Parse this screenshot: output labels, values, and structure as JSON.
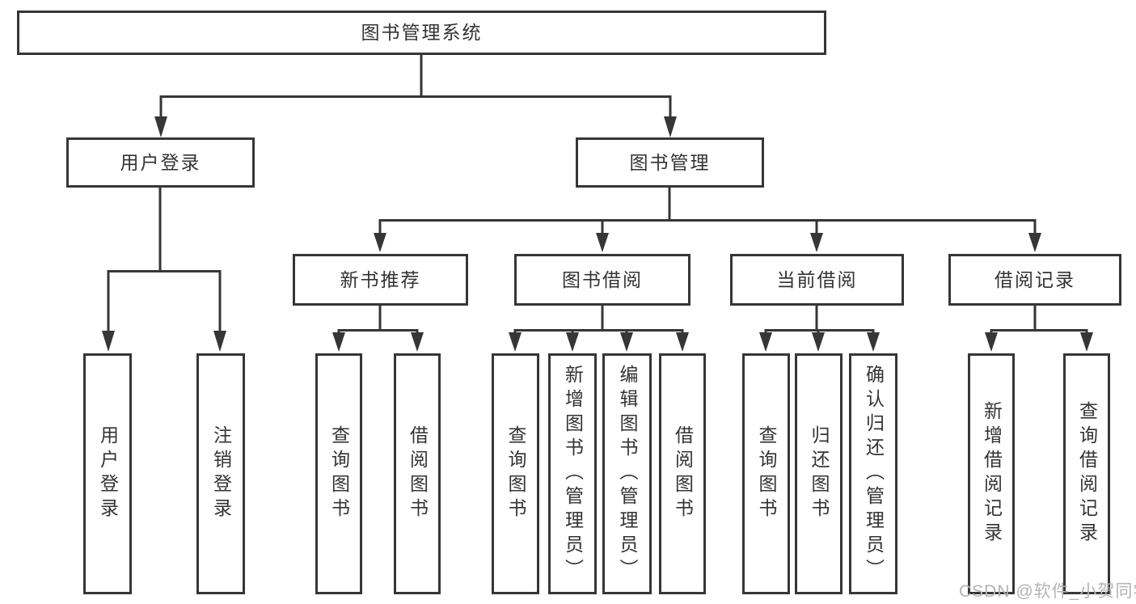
{
  "page": {
    "background_color": "#ffffff",
    "line_color": "#363636",
    "text_color": "#333333"
  },
  "watermark": {
    "text": "CSDN @软件_小贺同学",
    "color": "#b4b4b4"
  },
  "diagram": {
    "root": {
      "label": "图书管理系统"
    },
    "branches": [
      {
        "label": "用户登录",
        "children": [
          "用户登录",
          "注销登录"
        ]
      },
      {
        "label": "图书管理",
        "groups": [
          {
            "label": "新书推荐",
            "children": [
              "查询图书",
              "借阅图书"
            ]
          },
          {
            "label": "图书借阅",
            "children": [
              "查询图书",
              "新增图书（管理员）",
              "编辑图书（管理员）",
              "借阅图书"
            ]
          },
          {
            "label": "当前借阅",
            "children": [
              "查询图书",
              "归还图书",
              "确认归还（管理员）"
            ]
          },
          {
            "label": "借阅记录",
            "children": [
              "新增借阅记录",
              "查询借阅记录"
            ]
          }
        ]
      }
    ]
  }
}
